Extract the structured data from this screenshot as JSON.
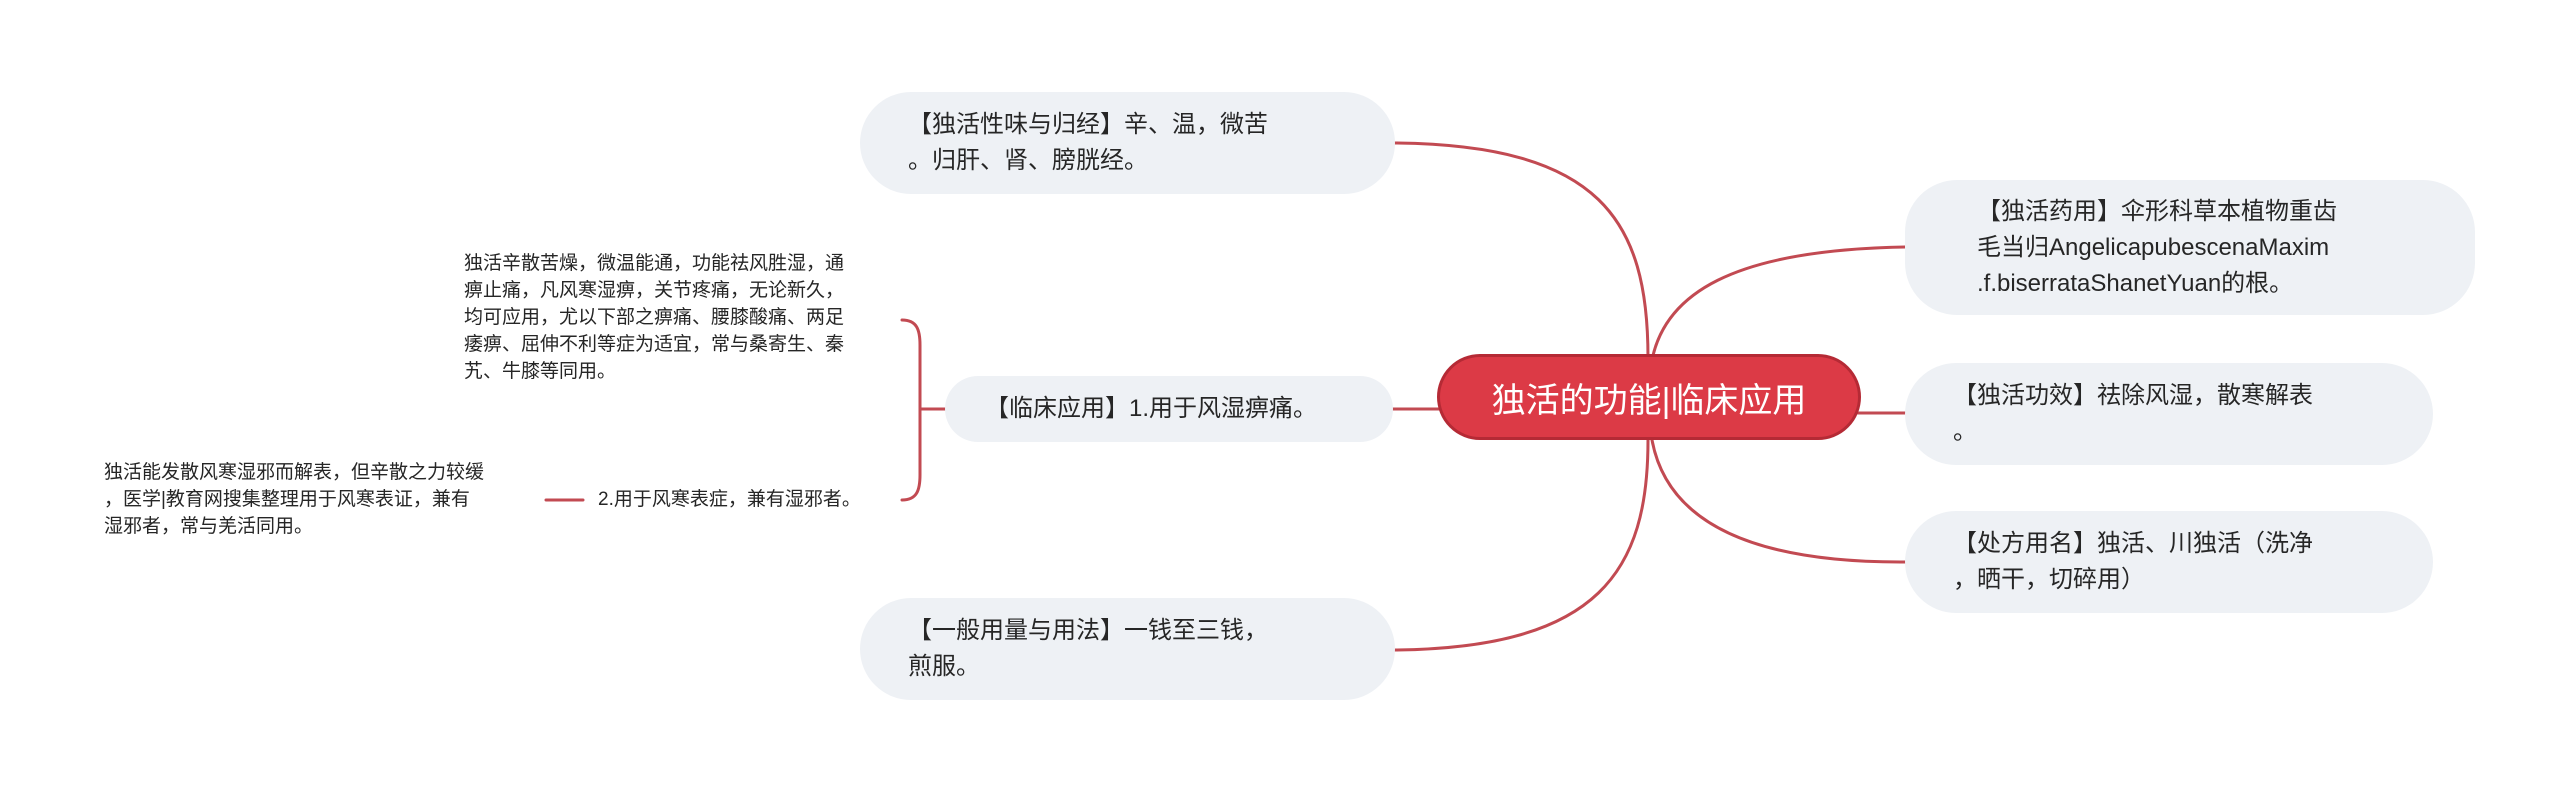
{
  "colors": {
    "accent": "#dc3a46",
    "link": "#c24a52",
    "bubble_bg": "#eef1f5",
    "text": "#262626"
  },
  "center": {
    "label": "独活的功能|临床应用"
  },
  "left_branches": {
    "flavor": "【独活性味与归经】辛、温，微苦\n。归肝、肾、膀胱经。",
    "clinical": {
      "label": "【临床应用】1.用于风湿痹痛。",
      "detail_1": "独活辛散苦燥，微温能通，功能祛风胜湿，通\n痹止痛，凡风寒湿痹，关节疼痛，无论新久，\n均可应用，尤以下部之痹痛、腰膝酸痛、两足\n痿痹、屈伸不利等症为适宜，常与桑寄生、秦\n艽、牛膝等同用。",
      "sub_2": {
        "label": "2.用于风寒表症，兼有湿邪者。",
        "detail": "独活能发散风寒湿邪而解表，但辛散之力较缓\n，医学|教育网搜集整理用于风寒表证，兼有\n湿邪者，常与羌活同用。"
      }
    },
    "dosage": "【一般用量与用法】一钱至三钱，\n煎服。"
  },
  "right_branches": {
    "source": "【独活药用】伞形科草本植物重齿\n毛当归AngelicapubescenaMaxim\n.f.biserrataShanetYuan的根。",
    "effect": "【独活功效】祛除风湿，散寒解表\n。",
    "prescription": "【处方用名】独活、川独活（洗净\n，晒干，切碎用）"
  }
}
